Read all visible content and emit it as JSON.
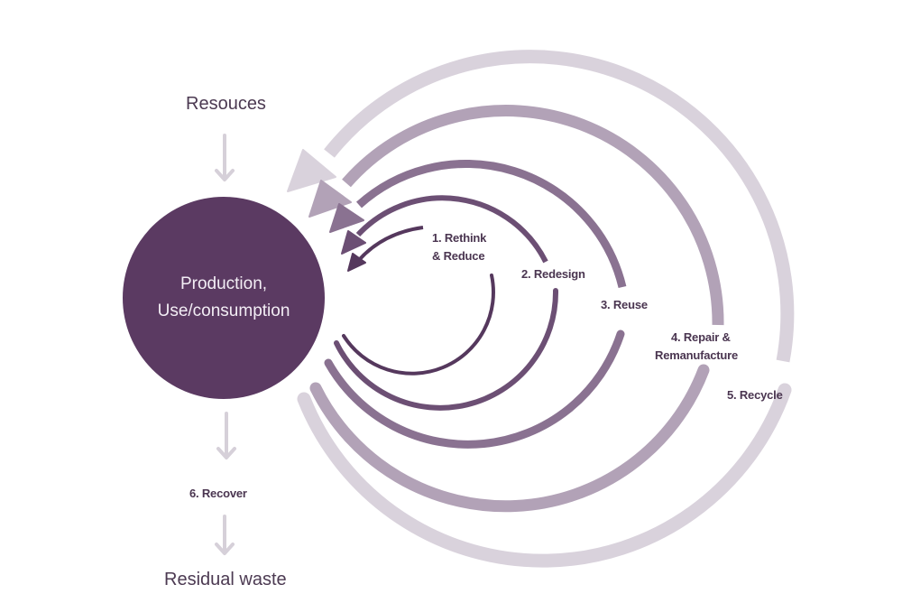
{
  "diagram": {
    "title_top": "Resouces",
    "title_bottom": "Residual waste",
    "center": {
      "line1": "Production,",
      "line2": "Use/consumption",
      "color": "#5b3a62"
    },
    "recover_label": "6. Recover",
    "down_arrow_color": "#d6d0d9",
    "loops": [
      {
        "id": "rethink",
        "line1": "1. Rethink",
        "line2": "& Reduce",
        "color": "#55385d"
      },
      {
        "id": "redesign",
        "line1": "2. Redesign",
        "line2": "",
        "color": "#6c4f74"
      },
      {
        "id": "reuse",
        "line1": "3. Reuse",
        "line2": "",
        "color": "#8a7291"
      },
      {
        "id": "repair",
        "line1": "4. Repair &",
        "line2": "Remanufacture",
        "color": "#b2a2b7"
      },
      {
        "id": "recycle",
        "line1": "5. Recycle",
        "line2": "",
        "color": "#d9d2dc"
      }
    ]
  }
}
